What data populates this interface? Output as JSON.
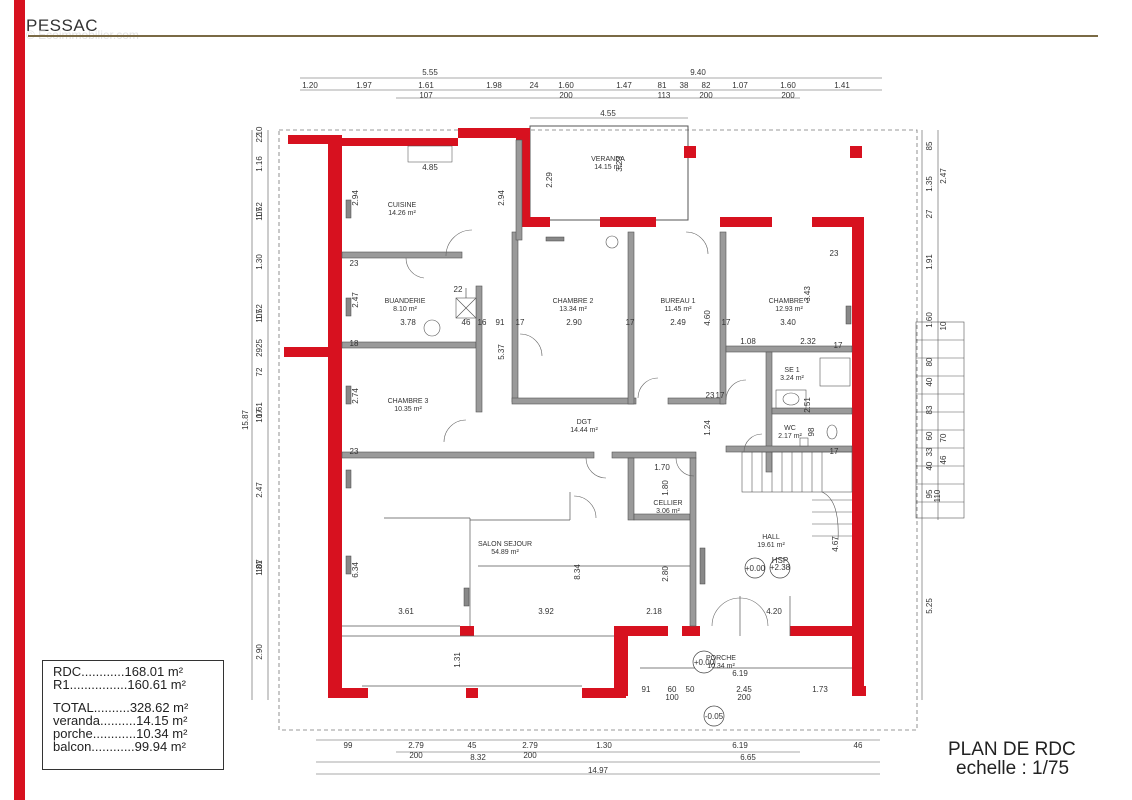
{
  "header": {
    "title": "PESSAC",
    "watermark": "© Ecoimmobilier.com"
  },
  "colors": {
    "accent": "#d7111f",
    "wall": "#d7111f",
    "rule": "#7a6a45"
  },
  "rooms": [
    {
      "name": "CUISINE",
      "area": "14.26 m²"
    },
    {
      "name": "VERANDA",
      "area": "14.15 m²"
    },
    {
      "name": "BUANDERIE",
      "area": "8.10 m²"
    },
    {
      "name": "CHAMBRE 2",
      "area": "13.34 m²"
    },
    {
      "name": "BUREAU 1",
      "area": "11.45 m²"
    },
    {
      "name": "CHAMBRE 1",
      "area": "12.93 m²"
    },
    {
      "name": "SE 1",
      "area": "3.24 m²"
    },
    {
      "name": "WC",
      "area": "2.17 m²"
    },
    {
      "name": "CHAMBRE 3",
      "area": "10.35 m²"
    },
    {
      "name": "DGT",
      "area": "14.44 m²"
    },
    {
      "name": "CELLIER",
      "area": "3.06 m²"
    },
    {
      "name": "SALON SEJOUR",
      "area": "54.89 m²"
    },
    {
      "name": "HALL",
      "area": "19.61 m²"
    },
    {
      "name": "PORCHE",
      "area": "10.34 m²"
    }
  ],
  "levels": [
    "+0.00",
    "HSP\n+2.38",
    "+0.00",
    "-0.05"
  ],
  "dims": {
    "top1": [
      "5.55",
      "9.40"
    ],
    "top2": [
      "1.20",
      "1.97",
      "1.61",
      "1.98",
      "24",
      "1.60",
      "1.47",
      "81",
      "38",
      "82",
      "1.07",
      "1.60",
      "1.41"
    ],
    "top3": [
      "107",
      "200",
      "113",
      "200",
      "200"
    ],
    "veranda": [
      "4.55",
      "2.29",
      "3.23"
    ],
    "interior": [
      "4.85",
      "2.94",
      "2.94",
      "2.47",
      "3.78",
      "46",
      "91",
      "17",
      "2.90",
      "17",
      "2.49",
      "17",
      "3.40",
      "5.37",
      "4.60",
      "3.43",
      "1.08",
      "2.32",
      "2.74",
      "2.51",
      "1.24",
      "98",
      "1.70",
      "1.80",
      "6.34",
      "8.34",
      "2.80",
      "4.67",
      "3.61",
      "3.92",
      "2.18",
      "4.20",
      "1.31",
      "6.19",
      "91",
      "60",
      "50",
      "2.45",
      "1.73",
      "100",
      "200",
      "23",
      "18",
      "16",
      "17",
      "23",
      "23",
      "17",
      "23",
      "17",
      "22"
    ],
    "bottom1": [
      "99",
      "2.79",
      "45",
      "2.79",
      "1.30",
      "6.19",
      "46"
    ],
    "bottom2": [
      "200",
      "200"
    ],
    "bottom3": [
      "8.32",
      "6.65"
    ],
    "bottom4": [
      "14.97"
    ],
    "left1": [
      "15.87"
    ],
    "left2": [
      "22",
      "10",
      "1.16",
      "1.52",
      "107",
      "1.30",
      "1.52",
      "107",
      "72",
      "2925",
      "1.61",
      "107",
      "2.47",
      "1.81",
      "107",
      "2.90"
    ],
    "right1": [
      "85",
      "1.35",
      "2.47",
      "27",
      "1.91",
      "1.60",
      "10",
      "80",
      "40",
      "83",
      "60",
      "70",
      "33",
      "46",
      "40",
      "95",
      "110",
      "5.25"
    ]
  },
  "legend": [
    "RDC............168.01 m²",
    "R1................160.61 m²",
    "TOTAL..........328.62 m²",
    "veranda..........14.15 m²",
    "porche............10.34 m²",
    "balcon............99.94 m²"
  ],
  "plan_title": "PLAN DE RDC",
  "plan_scale": "echelle : 1/75"
}
